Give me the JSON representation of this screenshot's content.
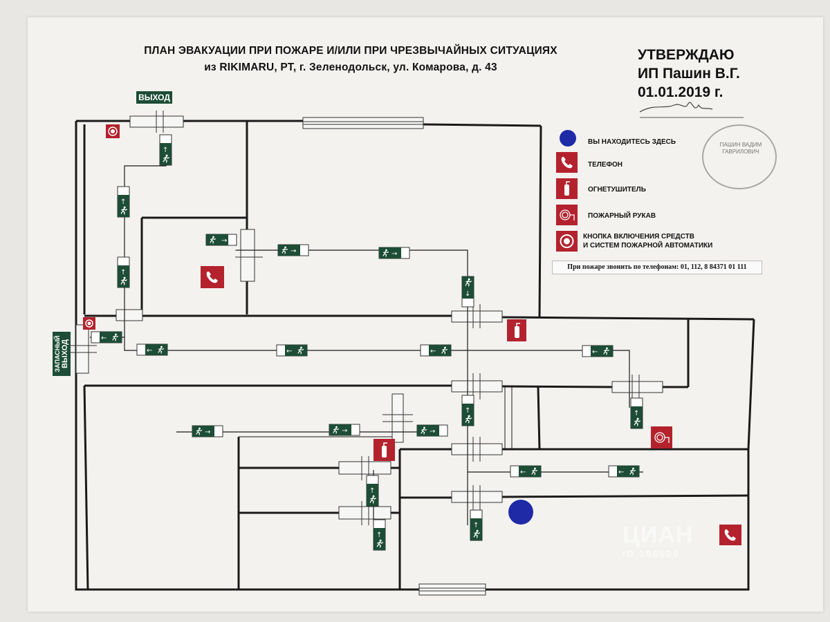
{
  "header": {
    "title_line1": "ПЛАН ЭВАКУАЦИИ ПРИ ПОЖАРЕ И/ИЛИ ПРИ ЧРЕЗВЫЧАЙНЫХ СИТУАЦИЯХ",
    "title_line2": "из RIKIMARU, РТ, г. Зеленодольск, ул. Комарова, д. 43"
  },
  "approval": {
    "label": "УТВЕРЖДАЮ",
    "person": "ИП Пашин В.Г.",
    "date": "01.01.2019 г.",
    "stamp_text": "ПАШИН ВАДИМ ГАВРИЛОВИЧ"
  },
  "legend": [
    {
      "icon": "you-are-here-icon",
      "label": "ВЫ НАХОДИТЕСЬ ЗДЕСЬ"
    },
    {
      "icon": "telephone-icon",
      "label": "ТЕЛЕФОН"
    },
    {
      "icon": "fire-extinguisher-icon",
      "label": "ОГНЕТУШИТЕЛЬ"
    },
    {
      "icon": "fire-hose-icon",
      "label": "ПОЖАРНЫЙ РУКАВ"
    },
    {
      "icon": "fire-alarm-button-icon",
      "label_line1": "КНОПКА ВКЛЮЧЕНИЯ СРЕДСТВ",
      "label_line2": "И СИСТЕМ ПОЖАРНОЙ АВТОМАТИКИ"
    }
  ],
  "phone_note": "При пожаре звонить по телефонам: 01, 112, 8 84371 01 111",
  "exits": {
    "main": "ВЫХОД",
    "spare_line1": "ЗАПАСНЫЙ",
    "spare_line2": "ВЫХОД"
  },
  "watermark": {
    "line1": "ЦИАН",
    "line2": "ID 166500"
  },
  "colors": {
    "exit_green": "#1d4d36",
    "safety_red": "#b3222d",
    "you_are_here_blue": "#1e2aa6",
    "wall": "#1a1a1a"
  }
}
